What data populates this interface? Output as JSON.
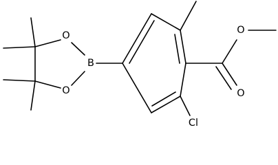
{
  "molecule": {
    "atoms": {
      "O_ring_upper": "O",
      "O_ring_lower": "O",
      "B": "B",
      "O_carbonyl": "O",
      "O_ester": "O",
      "Cl": "Cl"
    }
  }
}
